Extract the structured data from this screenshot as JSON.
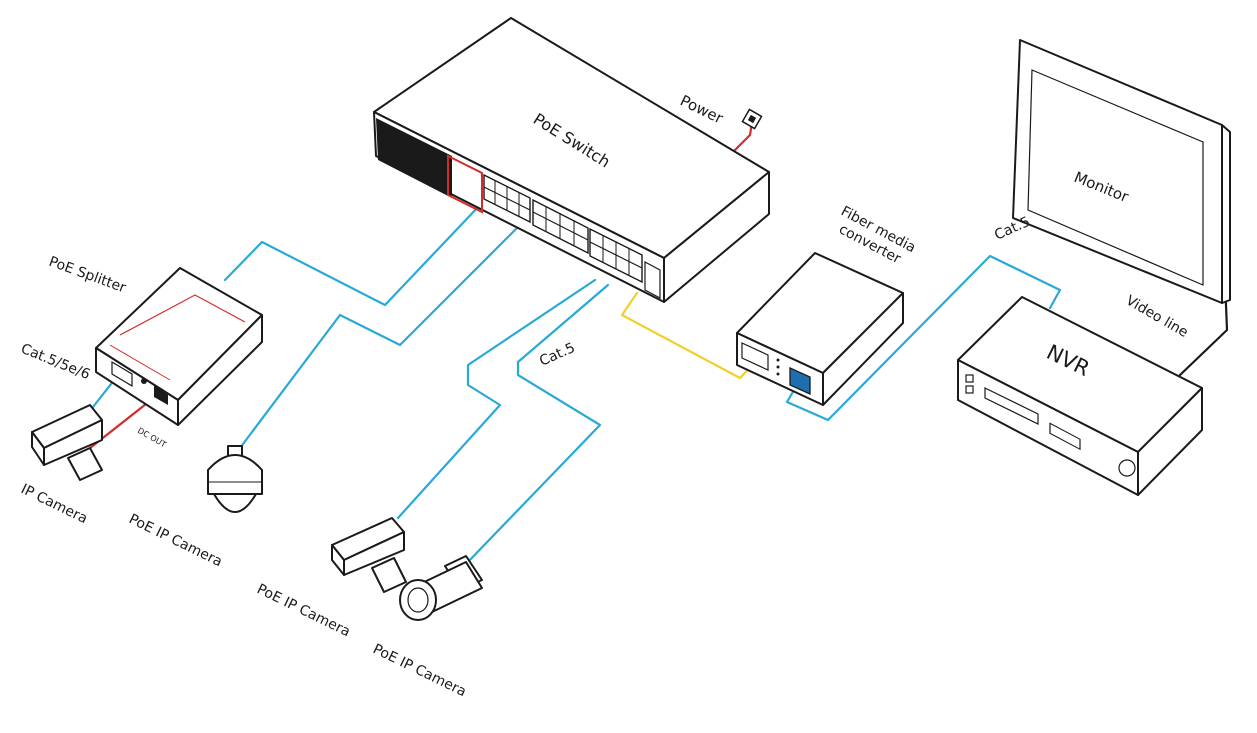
{
  "labels": {
    "poe_switch": "PoE  Switch",
    "power": "Power",
    "fiber_media_converter_line1": "Fiber media",
    "fiber_media_converter_line2": "converter",
    "monitor": "Monitor",
    "nvr": "NVR",
    "video_line": "Video line",
    "cat5_right": "Cat.5",
    "cat5_center": "Cat.5",
    "poe_splitter": "PoE Splitter",
    "cat5_5e_6": "Cat.5/5e/6",
    "dc_out": "DC OUT",
    "ip_camera": "IP Camera",
    "poe_ip_camera_dome": "PoE IP Camera",
    "poe_ip_camera_box": "PoE IP Camera",
    "poe_ip_camera_bullet": "PoE IP Camera"
  },
  "colors": {
    "ethernet_cable": "#29a9d6",
    "fiber_cable": "#f2cf2a",
    "power_cable": "#d42b2b",
    "outline": "#1a1a1a",
    "background": "#ffffff"
  }
}
